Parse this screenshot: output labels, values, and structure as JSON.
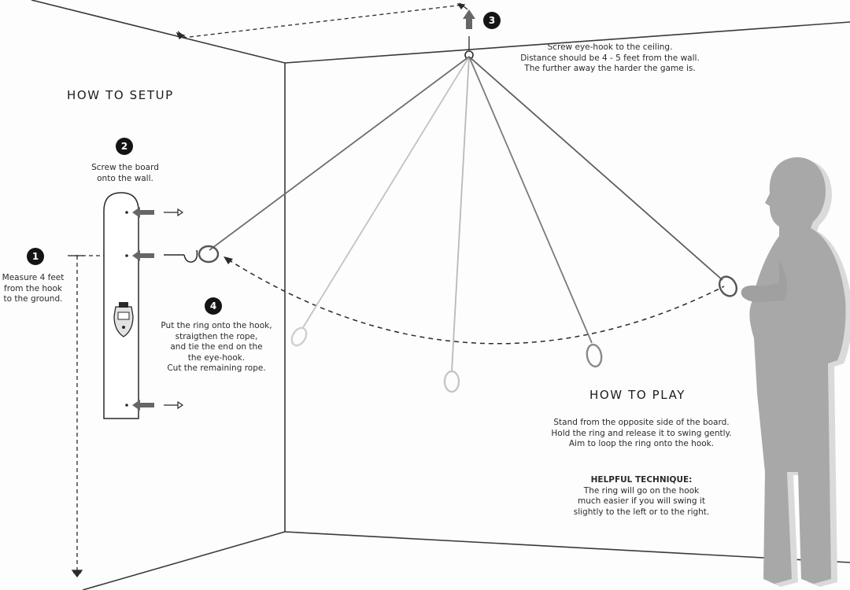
{
  "setup": {
    "heading": "HOW TO SETUP",
    "steps": [
      {
        "number": "1",
        "lines": [
          "Measure 4 feet",
          "from the hook",
          "to the ground."
        ]
      },
      {
        "number": "2",
        "lines": [
          "Screw the board",
          "onto the wall."
        ]
      },
      {
        "number": "3",
        "lines": [
          "Screw eye-hook to the ceiling.",
          "Distance should be 4 - 5 feet from the wall.",
          "The further away the harder the game is."
        ]
      },
      {
        "number": "4",
        "lines": [
          "Put the ring onto the hook,",
          "straigthen the rope,",
          "and tie the end on the",
          "the eye-hook.",
          "Cut the remaining rope."
        ]
      }
    ]
  },
  "play": {
    "heading": "HOW TO PLAY",
    "lines": [
      "Stand from the opposite side of the board.",
      "Hold the ring and release it to swing gently.",
      "Aim to loop the ring onto the hook."
    ],
    "technique_title": "HELPFUL TECHNIQUE:",
    "technique_lines": [
      "The ring will go on the hook",
      "much easier if you will swing it",
      "slightly to the left or to the right."
    ]
  },
  "icons": [
    "eye-hook-icon",
    "bottle-opener-icon",
    "screw-icon",
    "arrow-left-icon",
    "arrow-up-icon",
    "ring-icon",
    "person-silhouette-icon"
  ],
  "colors": {
    "line": "#3a3a3a",
    "rope": "#6e6e6e",
    "faded_rope": "#b5b5b5",
    "silhouette": "#a8a8a8",
    "silhouette_shadow": "#dadada",
    "badge": "#141414"
  }
}
